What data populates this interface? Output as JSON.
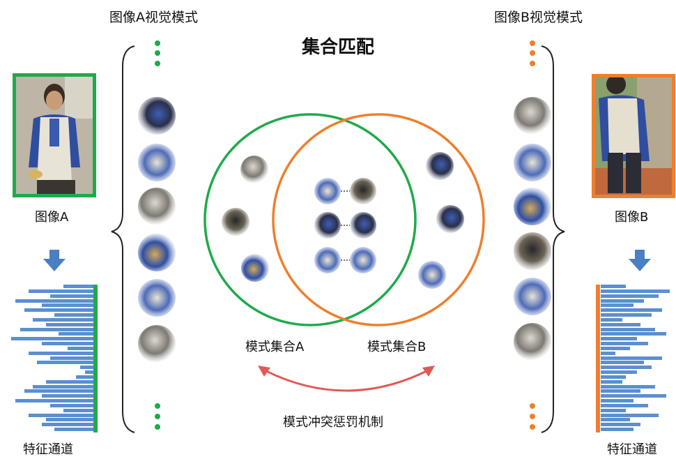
{
  "title": "集合匹配",
  "left": {
    "header": "图像A视觉模式",
    "image_label": "图像A",
    "channel_label": "特征通道",
    "color": "#1faa4a",
    "channel_values": [
      0.35,
      0.75,
      0.5,
      0.9,
      0.6,
      0.8,
      0.45,
      0.7,
      0.55,
      0.85,
      0.4,
      0.95,
      0.6,
      0.3,
      0.75,
      0.5,
      0.65,
      0.15,
      0.1,
      0.2,
      0.55,
      0.7,
      0.8,
      0.6,
      0.9,
      0.5,
      0.35,
      0.75,
      0.55,
      0.6,
      0.45
    ]
  },
  "right": {
    "header": "图像B视觉模式",
    "image_label": "图像B",
    "channel_label": "特征通道",
    "color": "#ee7f2d",
    "channel_values": [
      0.35,
      0.95,
      0.8,
      0.6,
      0.45,
      0.85,
      0.7,
      0.3,
      0.55,
      0.75,
      0.9,
      0.5,
      0.65,
      0.4,
      0.2,
      0.85,
      0.6,
      0.7,
      0.5,
      0.35,
      0.3,
      0.75,
      0.55,
      0.9,
      0.45,
      0.65,
      0.35,
      0.8,
      0.4,
      0.55,
      0.45
    ]
  },
  "venn": {
    "set_a_label": "模式集合A",
    "set_b_label": "模式集合B",
    "penalty_label": "模式冲突惩罚机制",
    "arrow_color": "#e05a55"
  },
  "icons": {
    "arrow_down": "down-arrow-icon",
    "brace": "curly-brace-icon",
    "dots": "vertical-ellipsis-icon"
  }
}
